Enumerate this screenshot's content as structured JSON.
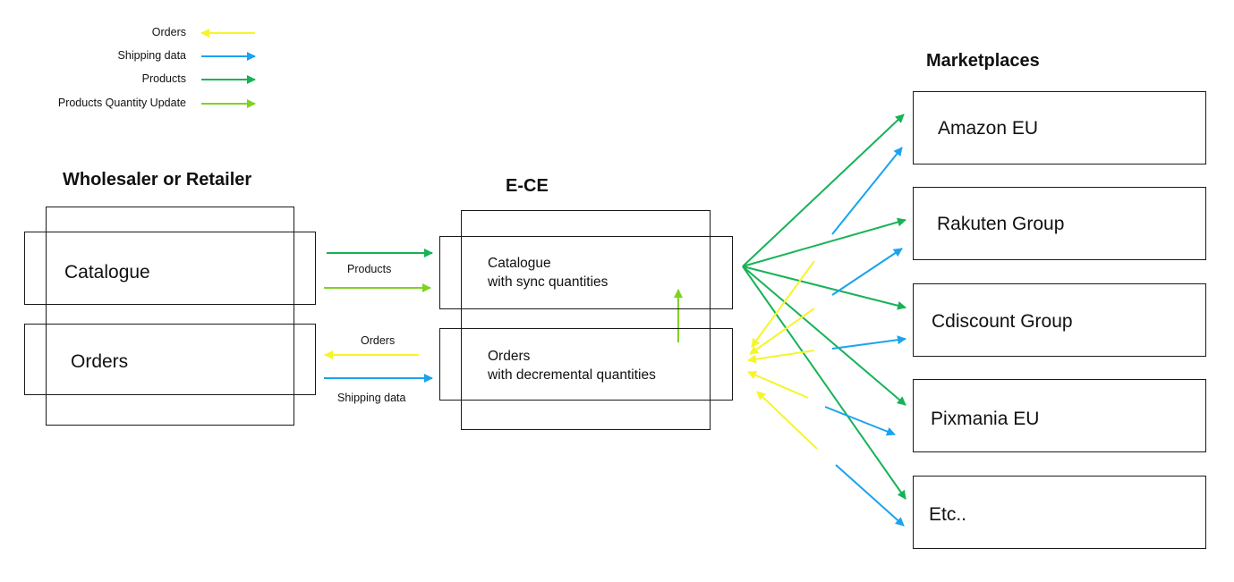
{
  "legend": {
    "items": [
      {
        "label": "Orders",
        "color": "#f5f52a"
      },
      {
        "label": "Shipping data",
        "color": "#1aa3ee"
      },
      {
        "label": "Products",
        "color": "#16a85a"
      },
      {
        "label": "Products Quantity Update",
        "color": "#7ed321"
      }
    ]
  },
  "wholesaler": {
    "title": "Wholesaler or Retailer",
    "catalogue": "Catalogue",
    "orders": "Orders"
  },
  "links": {
    "products_label": "Products",
    "orders_label": "Orders",
    "shipping_label": "Shipping data"
  },
  "ece": {
    "title": "E-CE",
    "catalogue_line1": "Catalogue",
    "catalogue_line2": "with sync quantities",
    "orders_line1": "Orders",
    "orders_line2": "with decremental quantities"
  },
  "marketplaces": {
    "title": "Marketplaces",
    "items": [
      "Amazon EU",
      "Rakuten Group",
      "Cdiscount Group",
      "Pixmania EU",
      "Etc.."
    ]
  },
  "colors": {
    "orders": "#f5f52a",
    "shipping": "#1aa3ee",
    "products": "#16b356",
    "quantity_update": "#7ed321"
  }
}
